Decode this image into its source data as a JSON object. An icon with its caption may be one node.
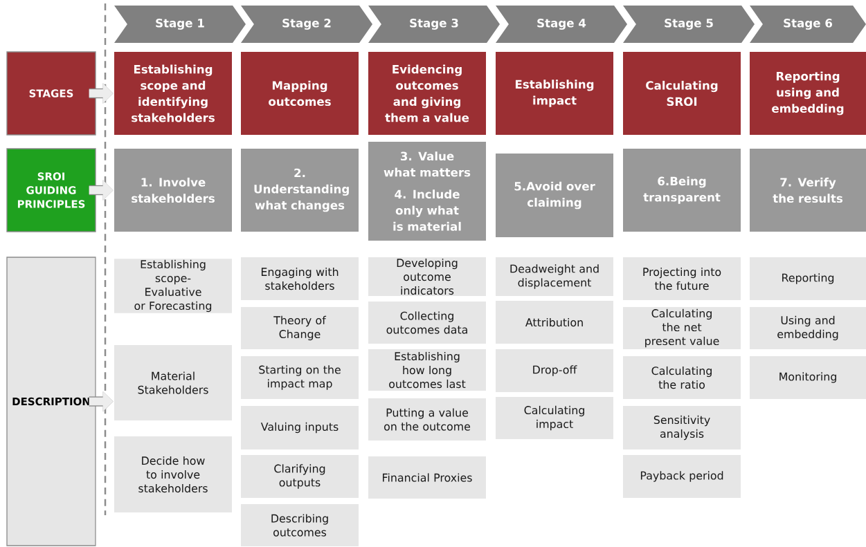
{
  "diagram": {
    "nodes": [
      {
        "text": [
          "Stage 1"
        ]
      },
      {
        "text": [
          "Stage 2"
        ]
      },
      {
        "text": [
          "Stage 3"
        ]
      },
      {
        "text": [
          "Stage 4"
        ]
      },
      {
        "text": [
          "Stage 5"
        ]
      },
      {
        "text": [
          "Stage 6"
        ]
      },
      {
        "text": [
          "STAGES"
        ]
      },
      {
        "text": [
          "Establishing scope and identifying stakeholders"
        ]
      },
      {
        "text": [
          "Mapping outcomes"
        ]
      },
      {
        "text": [
          "Evidencing outcomes and giving them a value"
        ]
      },
      {
        "text": [
          "Establishing impact"
        ]
      },
      {
        "text": [
          "Calculating SROI"
        ]
      },
      {
        "text": [
          "Reporting using and embedding"
        ]
      },
      {
        "text": [
          "SROI GUIDING PRINCIPLES"
        ]
      },
      {
        "text": [
          "1. Involve stakeholders"
        ]
      },
      {
        "text": [
          "2. Understanding what changes"
        ]
      },
      {
        "text": [
          "3. Value what matters",
          "4. Include only what is material"
        ]
      },
      {
        "text": [
          "5.Avoid over claiming"
        ]
      },
      {
        "text": [
          "6.Being transparent"
        ]
      },
      {
        "text": [
          "7. Verify the results"
        ]
      },
      {
        "text": [
          "DESCRIPTION"
        ]
      },
      {
        "text": [
          "Establishing scope- Evaluative or Forecasting"
        ]
      },
      {
        "text": [
          "Material Stakeholders"
        ]
      },
      {
        "text": [
          "Decide how to involve stakeholders"
        ]
      },
      {
        "text": [
          "Engaging with stakeholders"
        ]
      },
      {
        "text": [
          "Theory of Change"
        ]
      },
      {
        "text": [
          "Starting on the impact map"
        ]
      },
      {
        "text": [
          "Valuing inputs"
        ]
      },
      {
        "text": [
          "Clarifying outputs"
        ]
      },
      {
        "text": [
          "Describing outcomes"
        ]
      },
      {
        "text": [
          "Developing outcome indicators"
        ]
      },
      {
        "text": [
          "Collecting outcomes data"
        ]
      },
      {
        "text": [
          "Establishing how long outcomes last"
        ]
      },
      {
        "text": [
          "Putting a value on the outcome"
        ]
      },
      {
        "text": [
          "Financial Proxies"
        ]
      },
      {
        "text": [
          "Deadweight and displacement"
        ]
      },
      {
        "text": [
          "Attribution"
        ]
      },
      {
        "text": [
          "Drop-off"
        ]
      },
      {
        "text": [
          "Calculating impact"
        ]
      },
      {
        "text": [
          "Projecting into the future"
        ]
      },
      {
        "text": [
          "Calculating the net present value"
        ]
      },
      {
        "text": [
          "Calculating the ratio"
        ]
      },
      {
        "text": [
          "Sensitivity analysis"
        ]
      },
      {
        "text": [
          "Payback period"
        ]
      },
      {
        "text": [
          "Reporting"
        ]
      },
      {
        "text": [
          "Using and embedding"
        ]
      },
      {
        "text": [
          "Monitoring"
        ]
      }
    ],
    "edges": [
      {
        "from": 6,
        "to": 7,
        "arrow": "to"
      },
      {
        "from": 13,
        "to": 14,
        "arrow": "to"
      },
      {
        "from": 20,
        "to": 22,
        "arrow": "to"
      }
    ]
  }
}
